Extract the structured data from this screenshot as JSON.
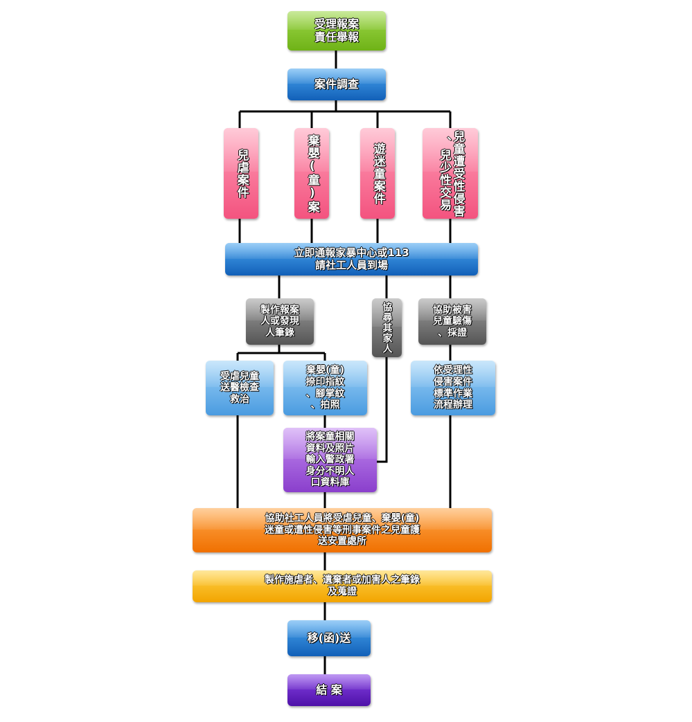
{
  "nodes": {
    "report": "受理報案\n責任舉報",
    "investigate": "案件調查",
    "cat_abuse": "兒虐案件",
    "cat_abandon": "棄嬰(童)案",
    "cat_lost": "遊迷童案件",
    "cat_sexual": "兒童遭受性侵害\n、兒少性交易",
    "notify": "立即通報家暴中心或113\n請社工人員到場",
    "record": "製作報案\n人或發現\n人筆錄",
    "find_family": "協尋其家人",
    "assist_victim": "協助被害\n兒童驗傷\n、採證",
    "medical": "受虐兒童\n送醫檢查\n救治",
    "fingerprint": "棄嬰(童)\n捺印指紋\n、腳掌紋\n、拍照",
    "procedure": "依受理性\n侵害案件\n標準作業\n流程辦理",
    "database": "將案童相關\n資料及照片\n輸入警政署\n身分不明人\n口資料庫",
    "shelter": "協助社工人員將受虐兒童、棄嬰(童)\n迷童或遭性侵害等刑事案件之兒童護\n送安置處所",
    "evidence": "製作施虐者、遺棄者或加害人之筆錄\n及蒐證",
    "transfer": "移(函)送",
    "close": "結    案"
  },
  "colors": {
    "green": "#7fc12a",
    "blue": "#1a73cc",
    "pink": "#f3537f",
    "gray": "#6a6a6a",
    "light_blue": "#5aa8e8",
    "purple": "#9a4fd6",
    "orange": "#f47a00",
    "yellow": "#f5b000",
    "violet": "#5a1cba",
    "connector": "#000000"
  }
}
